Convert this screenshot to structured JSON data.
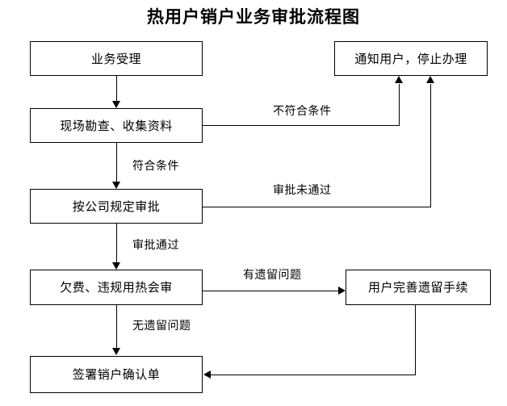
{
  "title": "热用户销户业务审批流程图",
  "nodes": [
    {
      "id": "accept",
      "label": "业务受理"
    },
    {
      "id": "survey",
      "label": "现场勘查、收集资料"
    },
    {
      "id": "approve",
      "label": "按公司规定审批"
    },
    {
      "id": "joint-review",
      "label": "欠费、违规用热会审"
    },
    {
      "id": "sign",
      "label": "签署销户确认单"
    },
    {
      "id": "notify-stop",
      "label": "通知用户，停止办理"
    },
    {
      "id": "user-complete",
      "label": "用户完善遗留手续"
    }
  ],
  "edge_labels": [
    {
      "id": "not-qualified",
      "label": "不符合条件"
    },
    {
      "id": "qualified",
      "label": "符合条件"
    },
    {
      "id": "approval-failed",
      "label": "审批未通过"
    },
    {
      "id": "approval-passed",
      "label": "审批通过"
    },
    {
      "id": "has-pending",
      "label": "有遗留问题"
    },
    {
      "id": "no-pending",
      "label": "无遗留问题"
    }
  ],
  "colors": {
    "line": "#000000",
    "box_fill": "#ffffff",
    "text": "#000000",
    "background": "#ffffff"
  }
}
